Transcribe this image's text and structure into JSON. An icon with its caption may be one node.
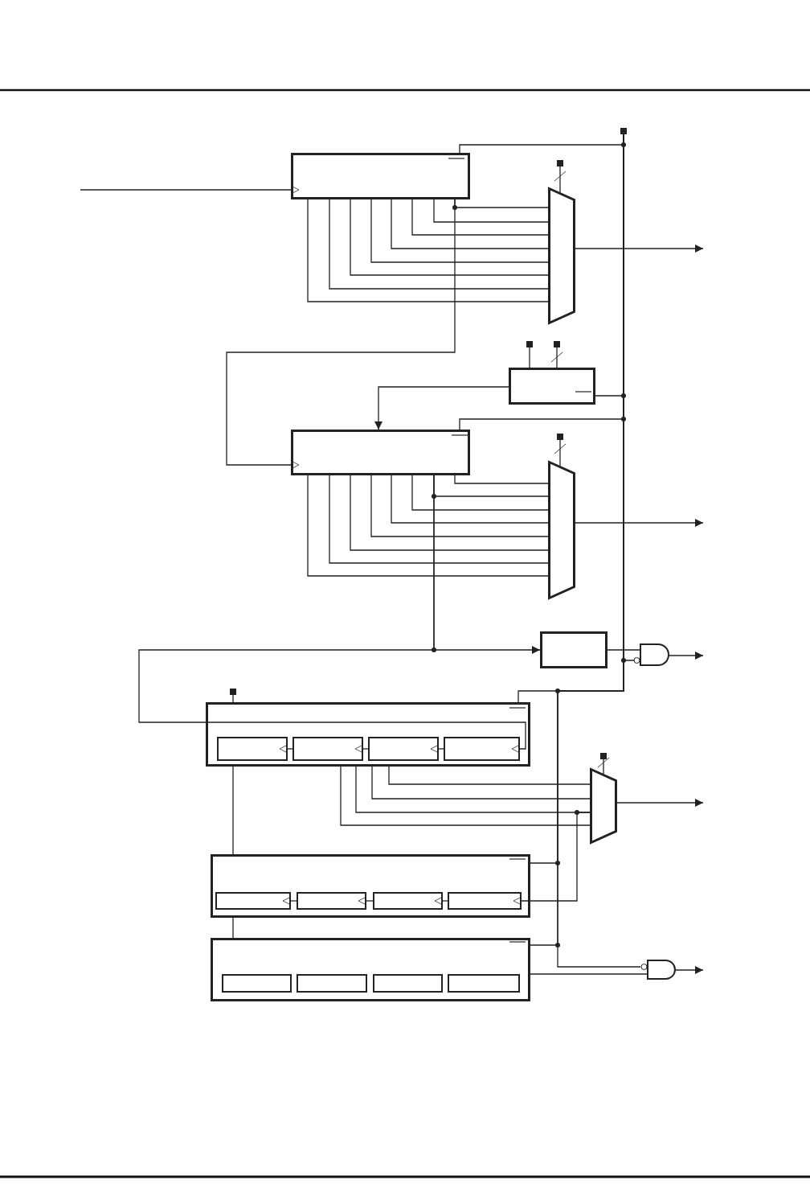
{
  "diagram": {
    "nodes": [
      {
        "text": [],
        "shape": "box"
      },
      {
        "text": [],
        "shape": "trapezoid"
      },
      {
        "text": [],
        "shape": "box"
      },
      {
        "text": [],
        "shape": "box"
      },
      {
        "text": [],
        "shape": "trapezoid"
      },
      {
        "text": [],
        "shape": "box"
      },
      {
        "text": [],
        "shape": "gate"
      },
      {
        "text": [],
        "shape": "box"
      },
      {
        "text": [],
        "shape": "box",
        "in": 7
      },
      {
        "text": [],
        "shape": "box",
        "in": 7
      },
      {
        "text": [],
        "shape": "box",
        "in": 7
      },
      {
        "text": [],
        "shape": "box",
        "in": 7
      },
      {
        "text": [],
        "shape": "trapezoid"
      },
      {
        "text": [],
        "shape": "box"
      },
      {
        "text": [],
        "shape": "box",
        "in": 13
      },
      {
        "text": [],
        "shape": "box",
        "in": 13
      },
      {
        "text": [],
        "shape": "box",
        "in": 13
      },
      {
        "text": [],
        "shape": "box",
        "in": 13
      },
      {
        "text": [],
        "shape": "box"
      },
      {
        "text": [],
        "shape": "box",
        "in": 18
      },
      {
        "text": [],
        "shape": "box",
        "in": 18
      },
      {
        "text": [],
        "shape": "box",
        "in": 18
      },
      {
        "text": [],
        "shape": "box",
        "in": 18
      },
      {
        "text": [],
        "shape": "gate"
      }
    ],
    "edges": [
      {
        "from": null,
        "to": 0,
        "arrow": "to"
      },
      {
        "from": 0,
        "to": 1,
        "arrow": "none"
      },
      {
        "from": 0,
        "to": 1,
        "arrow": "none"
      },
      {
        "from": 0,
        "to": 1,
        "arrow": "none"
      },
      {
        "from": 0,
        "to": 1,
        "arrow": "none"
      },
      {
        "from": 0,
        "to": 1,
        "arrow": "none"
      },
      {
        "from": 0,
        "to": 1,
        "arrow": "none"
      },
      {
        "from": 0,
        "to": 1,
        "arrow": "none"
      },
      {
        "from": 0,
        "to": 1,
        "arrow": "none"
      },
      {
        "from": 1,
        "to": null,
        "arrow": "to"
      },
      {
        "from": 0,
        "to": 3,
        "arrow": "to"
      },
      {
        "from": 2,
        "to": 3,
        "arrow": "to"
      },
      {
        "from": 3,
        "to": 4,
        "arrow": "none"
      },
      {
        "from": 3,
        "to": 4,
        "arrow": "none"
      },
      {
        "from": 3,
        "to": 4,
        "arrow": "none"
      },
      {
        "from": 3,
        "to": 4,
        "arrow": "none"
      },
      {
        "from": 3,
        "to": 4,
        "arrow": "none"
      },
      {
        "from": 3,
        "to": 4,
        "arrow": "none"
      },
      {
        "from": 3,
        "to": 4,
        "arrow": "none"
      },
      {
        "from": 3,
        "to": 4,
        "arrow": "none"
      },
      {
        "from": 4,
        "to": null,
        "arrow": "to"
      },
      {
        "from": 3,
        "to": 5,
        "arrow": "to"
      },
      {
        "from": 3,
        "to": 11,
        "arrow": "to"
      },
      {
        "from": 5,
        "to": 6,
        "arrow": "none"
      },
      {
        "from": 6,
        "to": null,
        "arrow": "to"
      },
      {
        "from": null,
        "to": 1,
        "arrow": "other"
      },
      {
        "from": null,
        "to": 4,
        "arrow": "other"
      },
      {
        "from": null,
        "to": 2,
        "arrow": "other"
      },
      {
        "from": null,
        "to": 2,
        "arrow": "other"
      },
      {
        "from": null,
        "to": 0,
        "arrow": "other"
      },
      {
        "from": null,
        "to": 2,
        "arrow": "other"
      },
      {
        "from": null,
        "to": 3,
        "arrow": "other"
      },
      {
        "from": null,
        "to": 6,
        "arrow": "other"
      },
      {
        "from": null,
        "to": 7,
        "arrow": "other"
      },
      {
        "from": null,
        "to": 13,
        "arrow": "other"
      },
      {
        "from": null,
        "to": 18,
        "arrow": "other"
      },
      {
        "from": null,
        "to": 23,
        "arrow": "other"
      },
      {
        "from": 9,
        "to": 8,
        "arrow": "to"
      },
      {
        "from": 10,
        "to": 9,
        "arrow": "to"
      },
      {
        "from": 11,
        "to": 10,
        "arrow": "to"
      },
      {
        "from": 7,
        "to": 12,
        "arrow": "none"
      },
      {
        "from": 7,
        "to": 12,
        "arrow": "none"
      },
      {
        "from": 7,
        "to": 12,
        "arrow": "none"
      },
      {
        "from": 7,
        "to": 12,
        "arrow": "none"
      },
      {
        "from": 12,
        "to": 17,
        "arrow": "to"
      },
      {
        "from": 12,
        "to": null,
        "arrow": "to"
      },
      {
        "from": 7,
        "to": 13,
        "arrow": "none"
      },
      {
        "from": 13,
        "to": 18,
        "arrow": "none"
      },
      {
        "from": 18,
        "to": 23,
        "arrow": "none"
      },
      {
        "from": 23,
        "to": null,
        "arrow": "to"
      },
      {
        "from": null,
        "to": 12,
        "arrow": "other"
      },
      {
        "from": null,
        "to": 7,
        "arrow": "other"
      },
      {
        "from": 15,
        "to": 14,
        "arrow": "to"
      },
      {
        "from": 16,
        "to": 15,
        "arrow": "to"
      },
      {
        "from": 17,
        "to": 16,
        "arrow": "to"
      }
    ]
  }
}
